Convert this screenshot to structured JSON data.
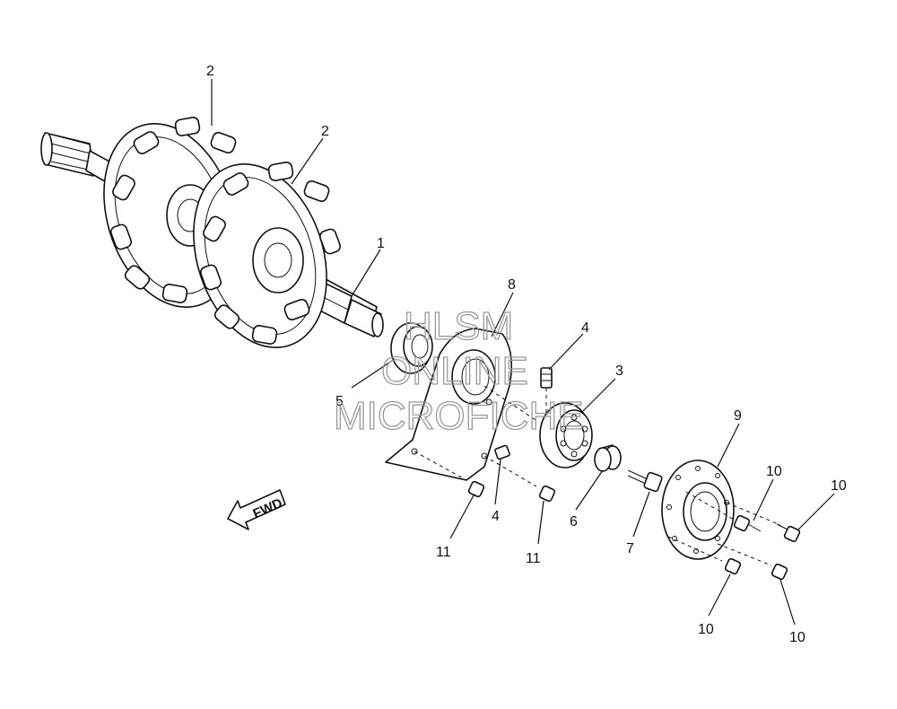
{
  "callouts": [
    {
      "id": "c1",
      "label": "1"
    },
    {
      "id": "c2a",
      "label": "2"
    },
    {
      "id": "c2b",
      "label": "2"
    },
    {
      "id": "c3",
      "label": "3"
    },
    {
      "id": "c4a",
      "label": "4"
    },
    {
      "id": "c4b",
      "label": "4"
    },
    {
      "id": "c5",
      "label": "5"
    },
    {
      "id": "c6",
      "label": "6"
    },
    {
      "id": "c7",
      "label": "7"
    },
    {
      "id": "c8",
      "label": "8"
    },
    {
      "id": "c9",
      "label": "9"
    },
    {
      "id": "c10a",
      "label": "10"
    },
    {
      "id": "c10b",
      "label": "10"
    },
    {
      "id": "c10c",
      "label": "10"
    },
    {
      "id": "c10d",
      "label": "10"
    },
    {
      "id": "c11a",
      "label": "11"
    },
    {
      "id": "c11b",
      "label": "11"
    }
  ],
  "fwd_label": "FWD",
  "watermark": {
    "line1": "HLSM",
    "line2": "ONLINE",
    "line3": "MICROFICHE"
  }
}
